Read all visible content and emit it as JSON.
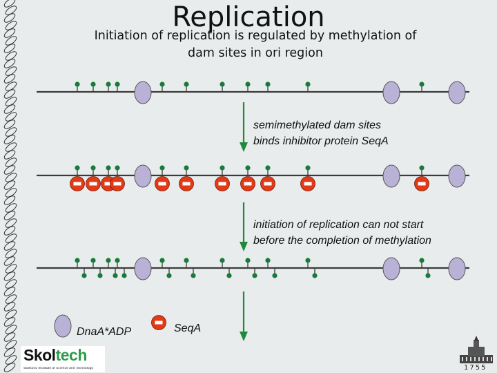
{
  "slide": {
    "title": "Replication",
    "subtitle_line1": "Initiation of replication is regulated by methylation of",
    "subtitle_line2": "dam sites in ori region",
    "note1_line1": "semimethylated dam sites",
    "note1_line2": "binds  inhibitor protein SeqA",
    "note2_line1": "initiation of replication can not start",
    "note2_line2": "before the completion of methylation"
  },
  "legend": {
    "dnaa_label": "DnaA*ADP",
    "seqa_label": "SeqA"
  },
  "logo": {
    "text_part1": "Skol",
    "text_part2": "tech",
    "tagline": "Skolkovo Institute of Science and Technology",
    "year": "1755"
  },
  "colors": {
    "background": "#e8ecec",
    "dna_line": "#3a3a3a",
    "methyl_green": "#1a7a3a",
    "dnaa_fill": "#b9b1d6",
    "seqa_red": "#e23a16",
    "arrow_green": "#1f8a3c"
  }
}
